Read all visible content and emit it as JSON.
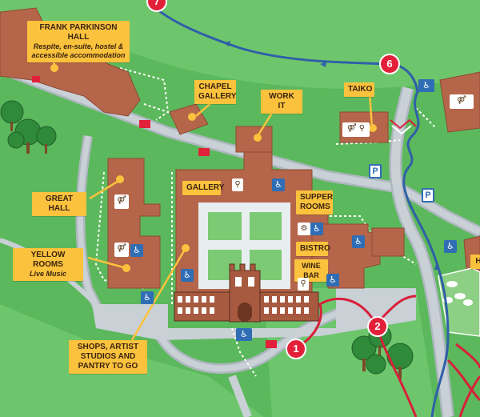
{
  "labels": {
    "frank_parkinson_hall": {
      "title": "FRANK PARKINSON HALL",
      "subtitle": "Respite, en-suite, hostel & accessible accommodation"
    },
    "chapel_gallery": {
      "title": "CHAPEL GALLERY"
    },
    "work_it": {
      "title": "WORK IT"
    },
    "taiko": {
      "title": "TAIKO"
    },
    "great_hall": {
      "title": "GREAT HALL"
    },
    "gallery": {
      "title": "GALLERY"
    },
    "supper_rooms": {
      "title": "SUPPER ROOMS"
    },
    "bistro": {
      "title": "BISTRO"
    },
    "wine_bar": {
      "title": "WINE BAR"
    },
    "yellow_rooms": {
      "title": "YELLOW ROOMS",
      "subtitle": "Live Music"
    },
    "shops": {
      "title": "SHOPS, ARTIST STUDIOS AND PANTRY TO GO"
    },
    "partial_h": {
      "title": "H"
    }
  },
  "route_markers": {
    "m1": "1",
    "m2": "2",
    "m6": "6",
    "m7": "7"
  },
  "parking_letter": "P",
  "icons": {
    "toilets": "toilets-icon",
    "toilet": "toilet-icon",
    "accessible": "wheelchair-icon",
    "accessible_parking": "accessible-parking-icon",
    "cycle_parking": "bicycle-icon",
    "parking": "parking-icon",
    "animals": "animal-enclosure-icon"
  },
  "colors": {
    "grass": "#5cb85c",
    "grass_light": "#6fc46d",
    "building": "#b5654a",
    "courtyard": "#e8eef0",
    "road": "#bcc4cc",
    "label": "#fbc23d",
    "blue_route": "#2f5fa8",
    "red_route": "#d8203a",
    "marker": "#e3203a",
    "tree": "#2f8a3a"
  }
}
